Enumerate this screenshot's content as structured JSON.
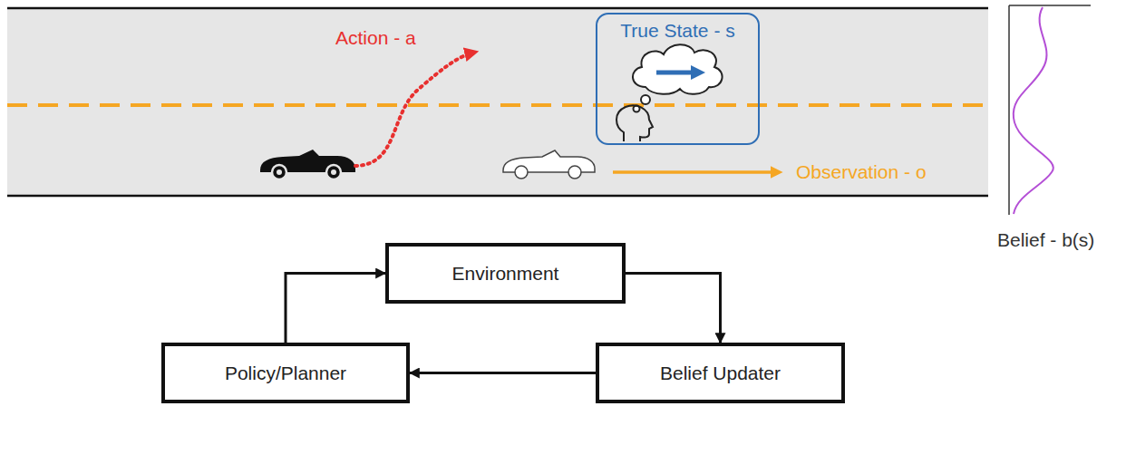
{
  "diagram": {
    "nodes": [
      {
        "text": [
          "True State - s"
        ]
      },
      {
        "text": [
          "Environment"
        ]
      },
      {
        "text": [
          "Policy/Planner"
        ]
      },
      {
        "text": [
          "Belief Updater"
        ]
      }
    ],
    "edges": [
      {
        "from": 1,
        "to": 3,
        "arrow": "to"
      },
      {
        "from": 3,
        "to": 2,
        "arrow": "to"
      },
      {
        "from": 2,
        "to": 1,
        "arrow": "to"
      }
    ],
    "labels": [
      "Action - a",
      "Observation - o",
      "Belief - b(s)"
    ]
  }
}
